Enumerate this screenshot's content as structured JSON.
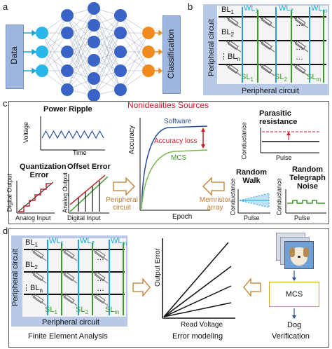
{
  "panels": {
    "a": "a",
    "b": "b",
    "c": "c",
    "d": "d"
  },
  "panel_a": {
    "input_label": "Data",
    "output_label": "Classification"
  },
  "panel_b": {
    "bl1": "BL",
    "bl1_sub": "1",
    "bl2": "BL",
    "bl2_sub": "2",
    "bln": "BL",
    "bln_sub": "n",
    "wl1": "WL",
    "wl1_sub": "1",
    "wl2": "WL",
    "wl2_sub": "2",
    "wlm": "WL",
    "wlm_sub": "m",
    "sl1": "SL",
    "sl1_sub": "1",
    "sl2": "SL",
    "sl2_sub": "2",
    "slm": "SL",
    "slm_sub": "m",
    "left_label": "Peripheral circuit",
    "bottom_label": "Peripheral circuit",
    "dots": "…",
    "vdots": "⋮"
  },
  "panel_c": {
    "title": "Nonidealities Sources",
    "power_ripple": {
      "title": "Power Ripple",
      "ylabel": "Voltage",
      "xlabel": "Time"
    },
    "parasitic": {
      "title": "Parasitic resistance",
      "ylabel": "Conductance",
      "xlabel": "Pulse"
    },
    "quantization": {
      "title": "Quantization Error",
      "ylabel": "Digital Output",
      "xlabel": "Analog Input"
    },
    "offset": {
      "title": "Offset Error",
      "ylabel": "Analog Output",
      "xlabel": "Digital Input"
    },
    "main_chart": {
      "ylabel": "Accuracy",
      "xlabel": "Epoch",
      "software": "Software",
      "accuracy_loss": "Accuracy loss",
      "mcs": "MCS"
    },
    "peripheral_arrow": "Peripheral circuit",
    "memristor_arrow": "Memristor array",
    "random_walk": {
      "title": "Random Walk",
      "ylabel": "Conductance",
      "xlabel": "Pulse"
    },
    "telegraph": {
      "title": "Random Telegraph Noise",
      "ylabel": "Conductance",
      "xlabel": "Pulse"
    }
  },
  "panel_d": {
    "left_caption": "Finite Element Analysis",
    "mid_caption": "Error modeling",
    "right_caption": "Verification",
    "output_error": "Output Error",
    "read_voltage": "Read Voltage",
    "mcs_box": "MCS",
    "dog": "Dog"
  },
  "colors": {
    "wl": "#1aa7d8",
    "sl": "#3a9a2a",
    "red": "#d0192b",
    "blue_node": "#29b6e8",
    "dark_node": "#3a63c8",
    "orange_node": "#f08a1c",
    "panel_bg": "#b8c9e8",
    "arrow_orange": "#c07a2c",
    "mcs_box": "#d9a020"
  }
}
